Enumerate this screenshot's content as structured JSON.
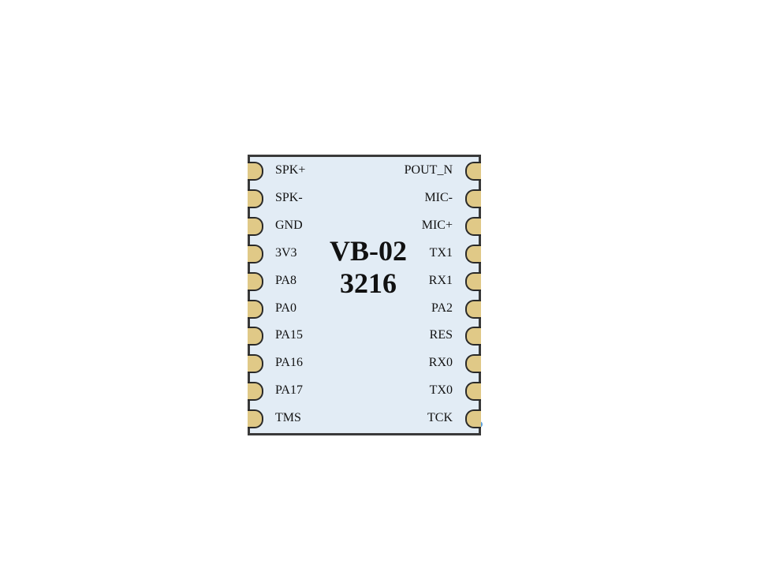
{
  "module": {
    "name": "VB-02",
    "model": "3216"
  },
  "pins": {
    "left": [
      "SPK+",
      "SPK-",
      "GND",
      "3V3",
      "PA8",
      "PA0",
      "PA15",
      "PA16",
      "PA17",
      "TMS"
    ],
    "right": [
      "POUT_N",
      "MIC-",
      "MIC+",
      "TX1",
      "RX1",
      "PA2",
      "RES",
      "RX0",
      "TX0",
      "TCK"
    ]
  },
  "colors": {
    "board": "#e2ecf5",
    "pad": "#e0c987",
    "outline": "#3a3a3a"
  }
}
